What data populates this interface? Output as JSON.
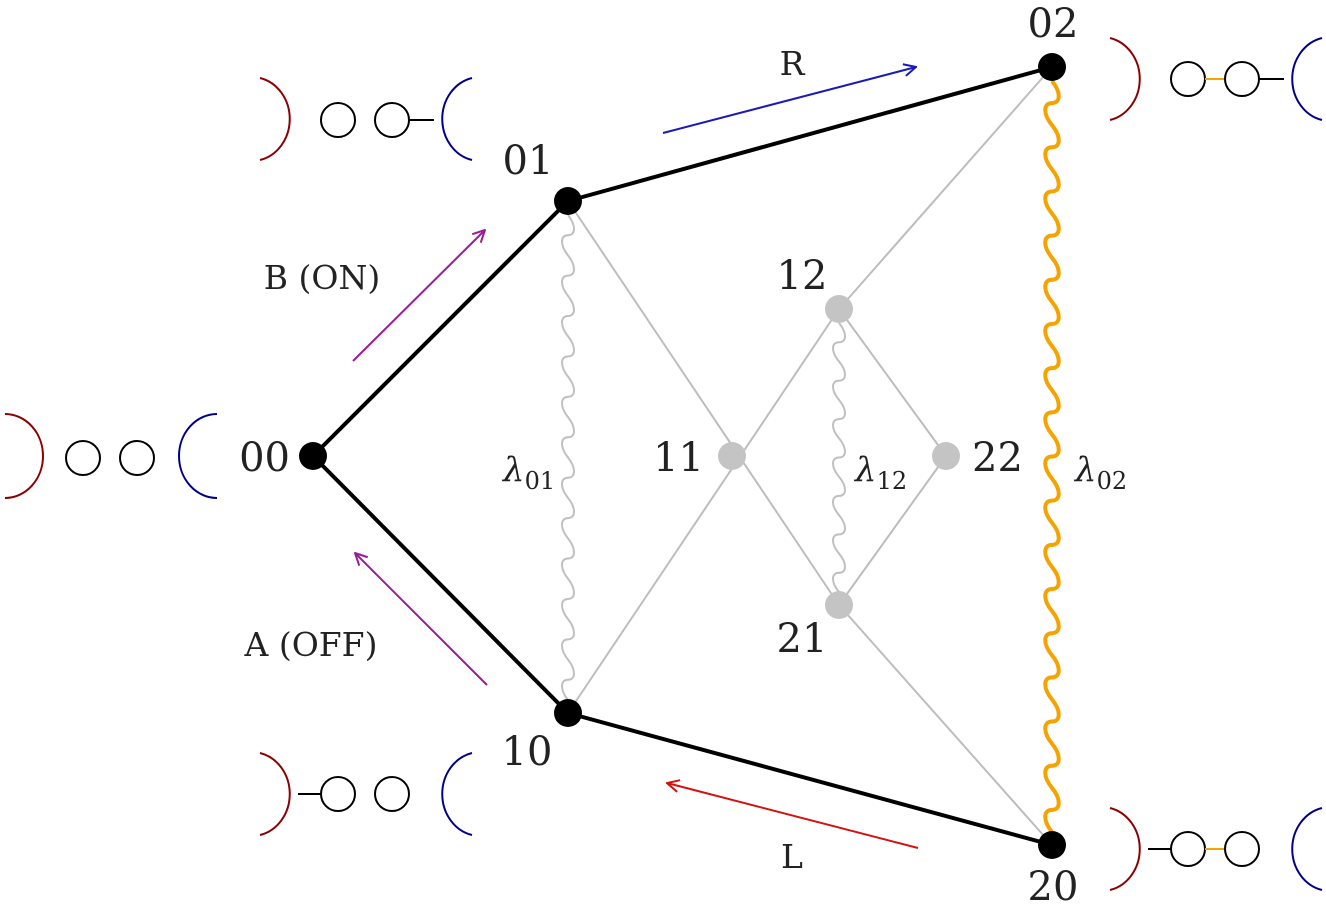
{
  "diagram": {
    "nodes": {
      "n00": "00",
      "n01": "01",
      "n10": "10",
      "n02": "02",
      "n20": "20",
      "n11": "11",
      "n12": "12",
      "n21": "21",
      "n22": "22"
    },
    "transitions": {
      "b_on": "B (ON)",
      "a_off": "A (OFF)",
      "r": "R",
      "l": "L"
    },
    "couplings": {
      "lambda_symbol": "λ",
      "lambda_01_sub": "01",
      "lambda_12_sub": "12",
      "lambda_02_sub": "02"
    },
    "colors": {
      "active_edge": "#000000",
      "inactive_edge": "#bdbdbd",
      "inactive_node": "#c4c4c4",
      "coupling_highlight": "#f5a300",
      "arrow_on_off": "#9b1b9b",
      "arrow_r": "#1a1ab8",
      "arrow_l": "#d41010",
      "left_reservoir": "#8b0000",
      "right_reservoir": "#00008b"
    }
  }
}
